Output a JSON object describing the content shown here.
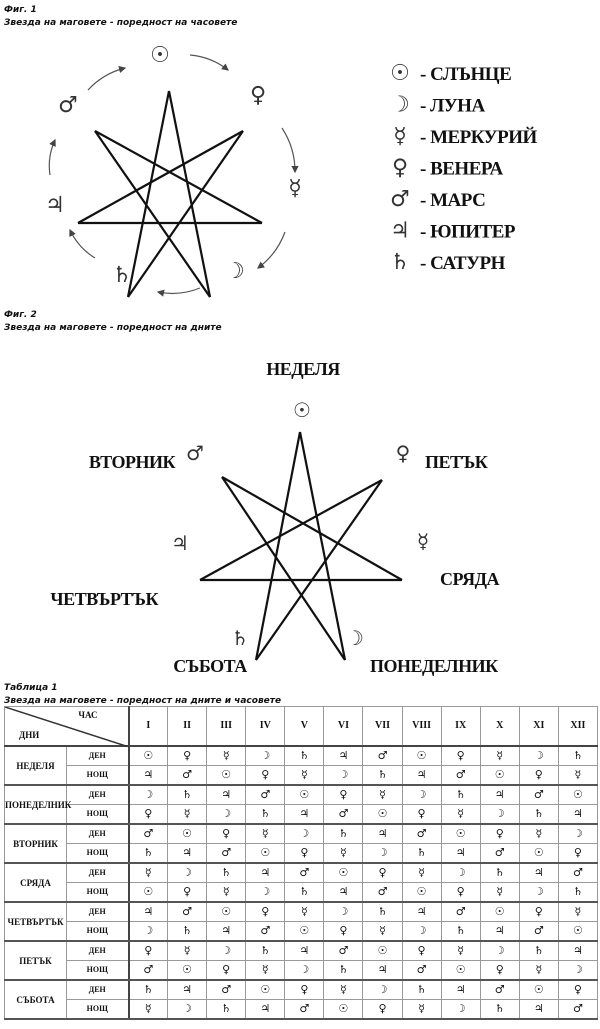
{
  "fig1": {
    "label": "Фиг. 1",
    "title": "Звезда на маговете - поредност на часовете",
    "ring": [
      "☉",
      "♀",
      "☿",
      "☽",
      "♄",
      "♃",
      "♂"
    ],
    "legend": [
      {
        "symbol": "☉",
        "name": "- СЛЪНЦЕ"
      },
      {
        "symbol": "☽",
        "name": "- ЛУНА"
      },
      {
        "symbol": "☿",
        "name": "- МЕРКУРИЙ"
      },
      {
        "symbol": "♀",
        "name": "- ВЕНЕРА"
      },
      {
        "symbol": "♂",
        "name": "- МАРС"
      },
      {
        "symbol": "♃",
        "name": "- ЮПИТЕР"
      },
      {
        "symbol": "♄",
        "name": "- САТУРН"
      }
    ]
  },
  "fig2": {
    "label": "Фиг. 2",
    "title": "Звезда на маговете - поредност на дните",
    "points": [
      {
        "symbol": "☉",
        "day": "НЕДЕЛЯ"
      },
      {
        "symbol": "♀",
        "day": "ПЕТЪК"
      },
      {
        "symbol": "☿",
        "day": "СРЯДА"
      },
      {
        "symbol": "☽",
        "day": "ПОНЕДЕЛНИК"
      },
      {
        "symbol": "♄",
        "day": "СЪБОТА"
      },
      {
        "symbol": "♃",
        "day": "ЧЕТВЪРТЪК"
      },
      {
        "symbol": "♂",
        "day": "ВТОРНИК"
      }
    ]
  },
  "table": {
    "label": "Таблица 1",
    "title": "Звезда на маговете - поредност на дните и часовете",
    "corner_hour": "ЧАС",
    "corner_days": "ДНИ",
    "hours": [
      "I",
      "II",
      "III",
      "IV",
      "V",
      "VI",
      "VII",
      "VIII",
      "IX",
      "X",
      "XI",
      "XII"
    ],
    "day_label": "ДЕН",
    "night_label": "НОЩ",
    "rows": [
      {
        "day": "НЕДЕЛЯ",
        "den": [
          "☉",
          "♀",
          "☿",
          "☽",
          "♄",
          "♃",
          "♂",
          "☉",
          "♀",
          "☿",
          "☽",
          "♄"
        ],
        "nosht": [
          "♃",
          "♂",
          "☉",
          "♀",
          "☿",
          "☽",
          "♄",
          "♃",
          "♂",
          "☉",
          "♀",
          "☿"
        ]
      },
      {
        "day": "ПОНЕДЕЛНИК",
        "den": [
          "☽",
          "♄",
          "♃",
          "♂",
          "☉",
          "♀",
          "☿",
          "☽",
          "♄",
          "♃",
          "♂",
          "☉"
        ],
        "nosht": [
          "♀",
          "☿",
          "☽",
          "♄",
          "♃",
          "♂",
          "☉",
          "♀",
          "☿",
          "☽",
          "♄",
          "♃"
        ]
      },
      {
        "day": "ВТОРНИК",
        "den": [
          "♂",
          "☉",
          "♀",
          "☿",
          "☽",
          "♄",
          "♃",
          "♂",
          "☉",
          "♀",
          "☿",
          "☽"
        ],
        "nosht": [
          "♄",
          "♃",
          "♂",
          "☉",
          "♀",
          "☿",
          "☽",
          "♄",
          "♃",
          "♂",
          "☉",
          "♀"
        ]
      },
      {
        "day": "СРЯДА",
        "den": [
          "☿",
          "☽",
          "♄",
          "♃",
          "♂",
          "☉",
          "♀",
          "☿",
          "☽",
          "♄",
          "♃",
          "♂"
        ],
        "nosht": [
          "☉",
          "♀",
          "☿",
          "☽",
          "♄",
          "♃",
          "♂",
          "☉",
          "♀",
          "☿",
          "☽",
          "♄"
        ]
      },
      {
        "day": "ЧЕТВЪРТЪК",
        "den": [
          "♃",
          "♂",
          "☉",
          "♀",
          "☿",
          "☽",
          "♄",
          "♃",
          "♂",
          "☉",
          "♀",
          "☿"
        ],
        "nosht": [
          "☽",
          "♄",
          "♃",
          "♂",
          "☉",
          "♀",
          "☿",
          "☽",
          "♄",
          "♃",
          "♂",
          "☉"
        ]
      },
      {
        "day": "ПЕТЪК",
        "den": [
          "♀",
          "☿",
          "☽",
          "♄",
          "♃",
          "♂",
          "☉",
          "♀",
          "☿",
          "☽",
          "♄",
          "♃"
        ],
        "nosht": [
          "♂",
          "☉",
          "♀",
          "☿",
          "☽",
          "♄",
          "♃",
          "♂",
          "☉",
          "♀",
          "☿",
          "☽"
        ]
      },
      {
        "day": "СЪБОТА",
        "den": [
          "♄",
          "♃",
          "♂",
          "☉",
          "♀",
          "☿",
          "☽",
          "♄",
          "♃",
          "♂",
          "☉",
          "♀"
        ],
        "nosht": [
          "☿",
          "☽",
          "♄",
          "♃",
          "♂",
          "☉",
          "♀",
          "☿",
          "☽",
          "♄",
          "♃",
          "♂"
        ]
      }
    ]
  }
}
